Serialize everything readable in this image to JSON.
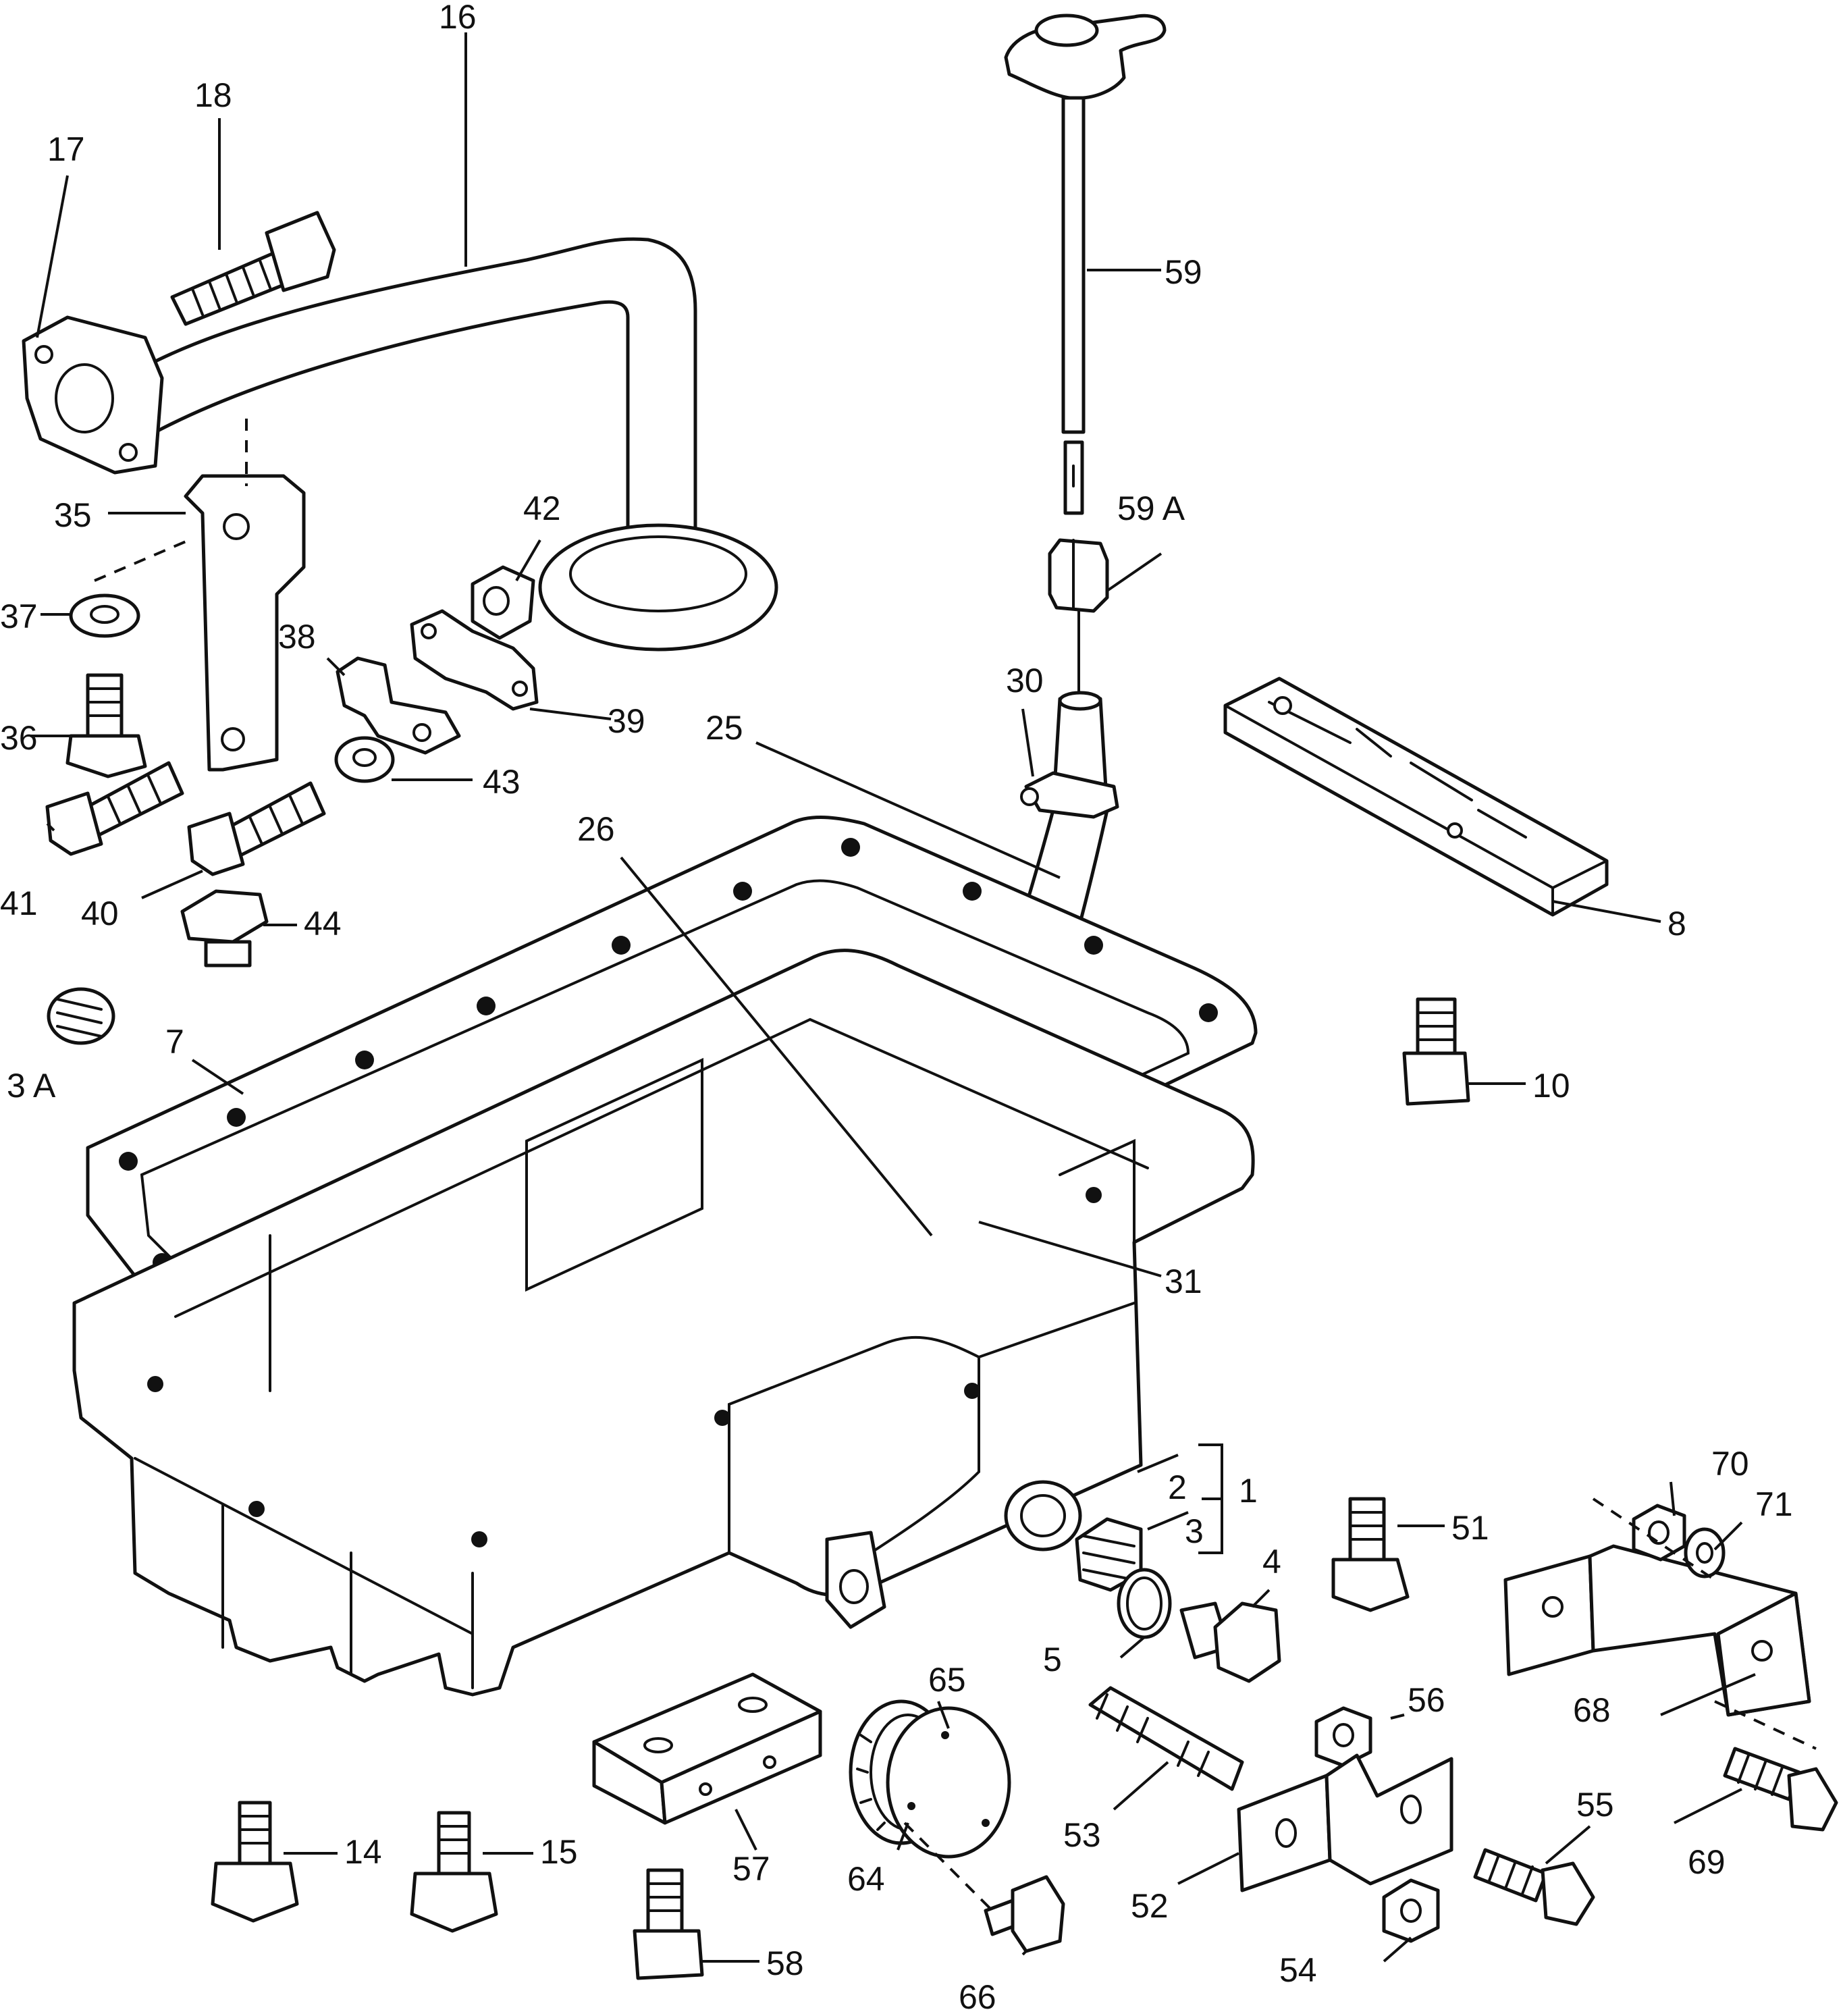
{
  "diagram": {
    "callouts": {
      "c1": "1",
      "c2": "2",
      "c3": "3",
      "c3a": "3 A",
      "c4": "4",
      "c5": "5",
      "c7": "7",
      "c8": "8",
      "c10": "10",
      "c14": "14",
      "c15": "15",
      "c16": "16",
      "c17": "17",
      "c18": "18",
      "c25": "25",
      "c26": "26",
      "c30": "30",
      "c31": "31",
      "c35": "35",
      "c36": "36",
      "c37": "37",
      "c38": "38",
      "c39": "39",
      "c40": "40",
      "c41": "41",
      "c42": "42",
      "c43": "43",
      "c44": "44",
      "c51": "51",
      "c52": "52",
      "c53": "53",
      "c54": "54",
      "c55": "55",
      "c56": "56",
      "c57": "57",
      "c58": "58",
      "c59": "59",
      "c59a": "59 A",
      "c64": "64",
      "c65": "65",
      "c66": "66",
      "c68": "68",
      "c69": "69",
      "c70": "70",
      "c71": "71"
    }
  }
}
